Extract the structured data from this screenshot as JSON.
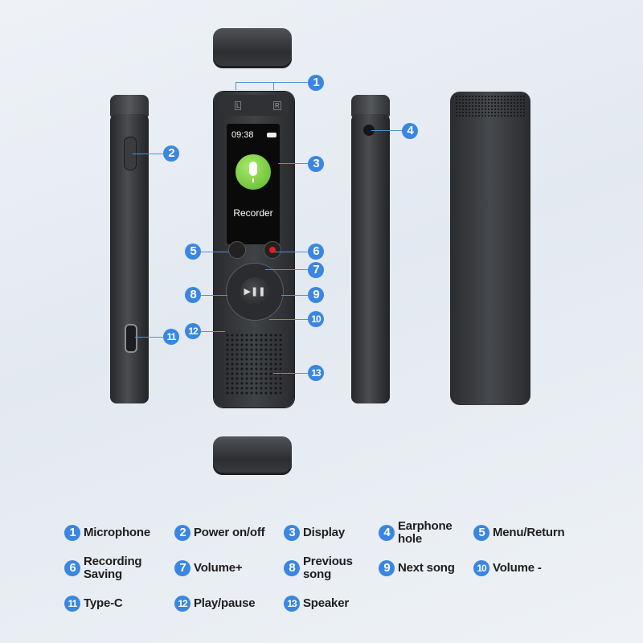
{
  "device": {
    "screen": {
      "time": "09:38",
      "app_label": "Recorder",
      "mic_icon_color": "#7ed13a"
    },
    "mic_labels": [
      "L",
      "R"
    ],
    "record_dot_color": "#e02020"
  },
  "callouts": [
    "1",
    "2",
    "3",
    "4",
    "5",
    "6",
    "7",
    "8",
    "9",
    "10",
    "11",
    "12",
    "13"
  ],
  "legend": [
    {
      "num": "1",
      "label": "Microphone"
    },
    {
      "num": "2",
      "label": "Power on/off"
    },
    {
      "num": "3",
      "label": "Display"
    },
    {
      "num": "4",
      "label": "Earphone hole"
    },
    {
      "num": "5",
      "label": "Menu/Return"
    },
    {
      "num": "6",
      "label": "Recording Saving"
    },
    {
      "num": "7",
      "label": "Volume+"
    },
    {
      "num": "8",
      "label": "Previous song"
    },
    {
      "num": "9",
      "label": "Next song"
    },
    {
      "num": "10",
      "label": "Volume -"
    },
    {
      "num": "11",
      "label": "Type-C"
    },
    {
      "num": "12",
      "label": "Play/pause"
    },
    {
      "num": "13",
      "label": "Speaker"
    }
  ],
  "colors": {
    "badge": "#3a86e0",
    "leader": "#5a8fd0"
  }
}
